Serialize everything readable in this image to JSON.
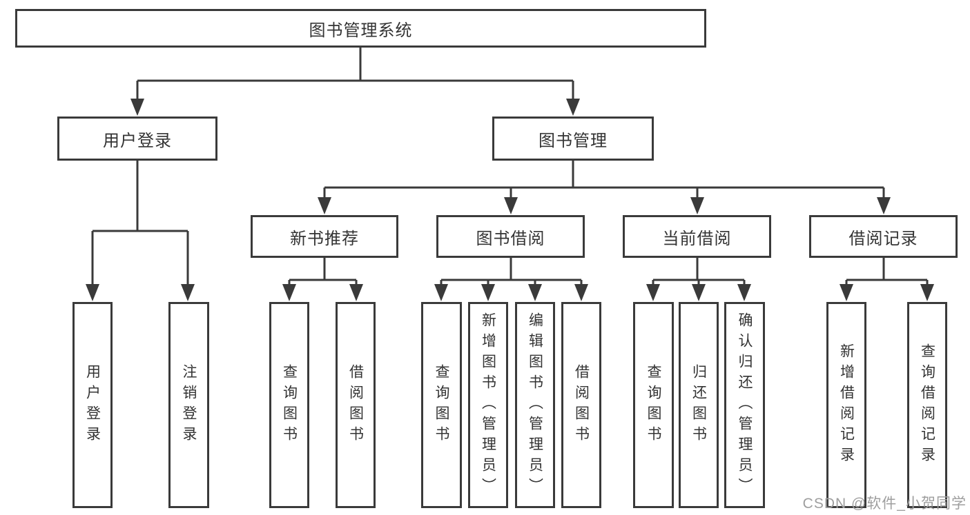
{
  "colors": {
    "line": "#3a3a3a",
    "text": "#333333",
    "watermark": "#9e9e9e",
    "background": "#ffffff"
  },
  "tree": {
    "root": "图书管理系统",
    "level2": [
      "用户登录",
      "图书管理"
    ],
    "level3": [
      "新书推荐",
      "图书借阅",
      "当前借阅",
      "借阅记录"
    ],
    "children": {
      "user_login": [
        "用户登录",
        "注销登录"
      ],
      "new_book_recommend": [
        "查询图书",
        "借阅图书"
      ],
      "book_borrow": [
        "查询图书",
        "新增图书（管理员）",
        "编辑图书（管理员）",
        "借阅图书"
      ],
      "current_borrow": [
        "查询图书",
        "归还图书",
        "确认归还（管理员）"
      ],
      "borrow_records": [
        "新增借阅记录",
        "查询借阅记录"
      ]
    }
  },
  "watermark": "CSDN @软件_小贺同学"
}
